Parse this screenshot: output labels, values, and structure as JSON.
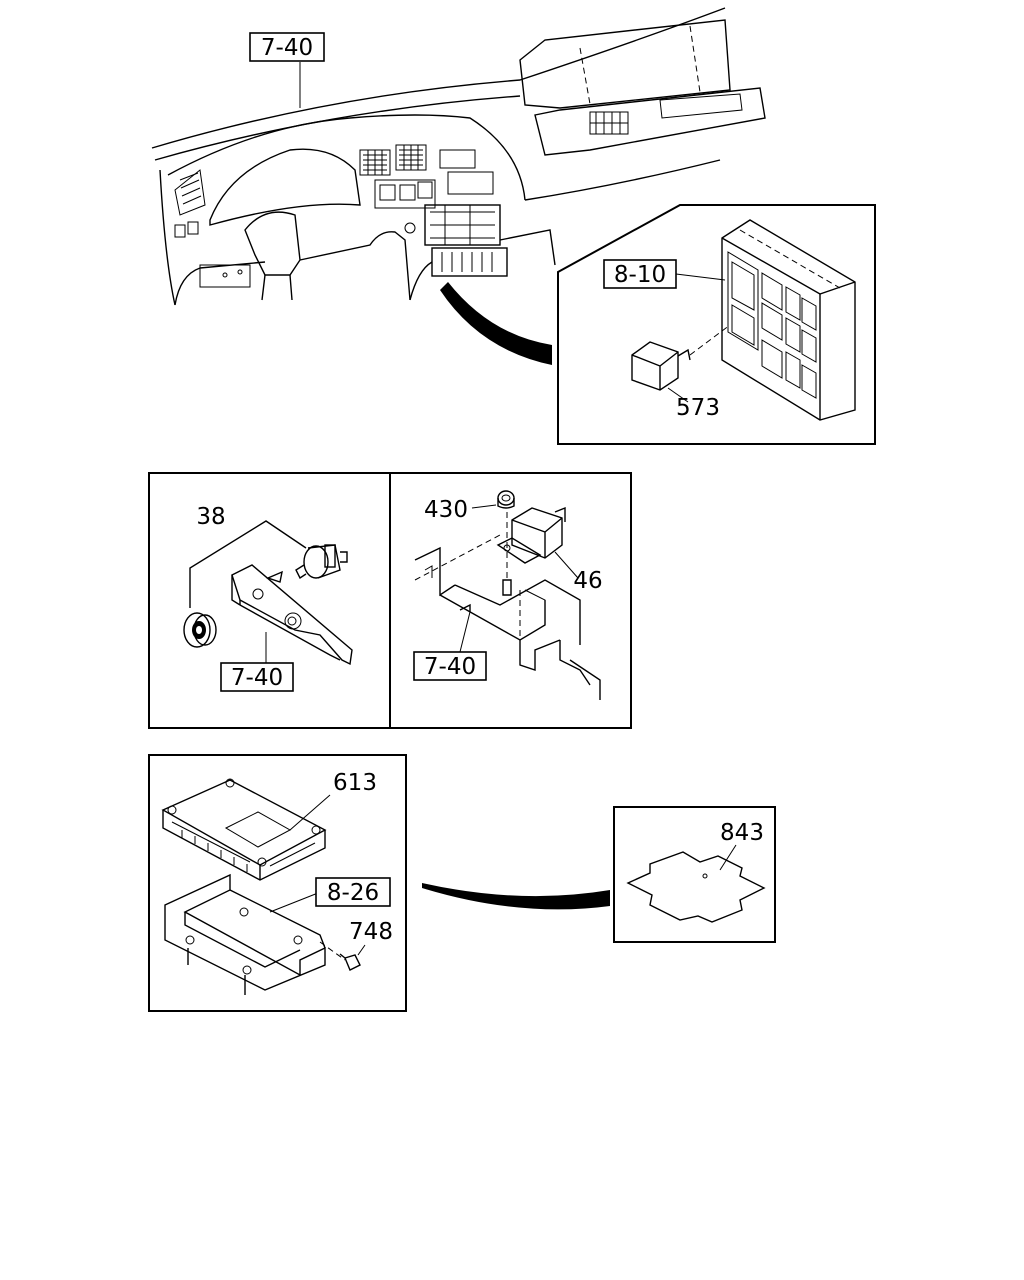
{
  "callouts": {
    "dash_ref_top": "7-40",
    "fuse_box_ref": "8-10",
    "relay_573": "573",
    "switch_38": "38",
    "switch_ref": "7-40",
    "nut_430": "430",
    "relay_46": "46",
    "relay_ref": "7-40",
    "ecu_613": "613",
    "bracket_ref": "8-26",
    "bolt_748": "748",
    "plate_843": "843"
  }
}
